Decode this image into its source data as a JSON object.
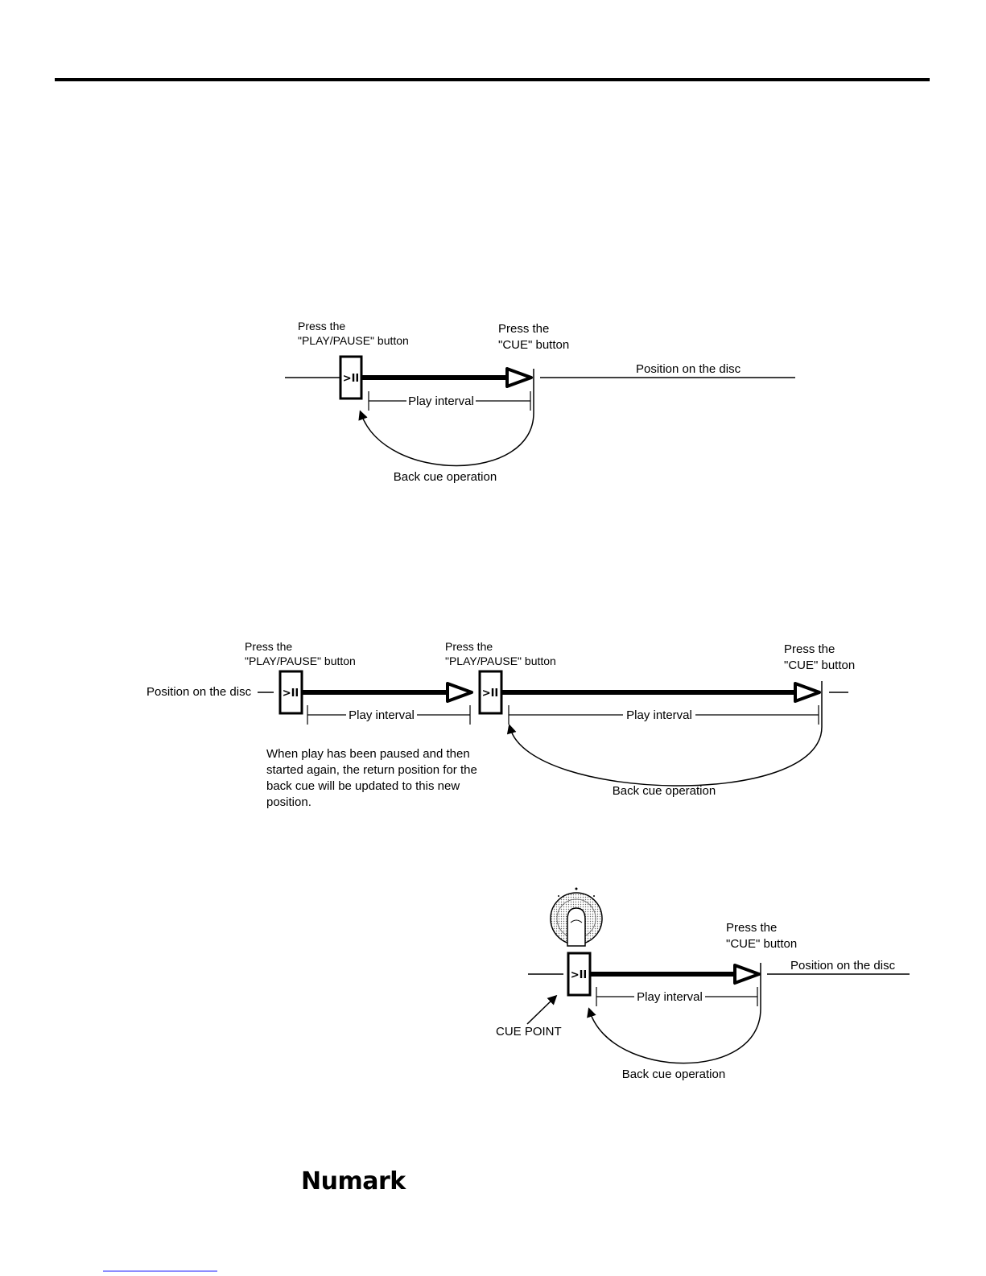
{
  "logo": {
    "text": "Numark"
  },
  "diagram1": {
    "press_play_line1": "Press the",
    "press_play_line2": "\"PLAY/PAUSE\" button",
    "press_cue_line1": "Press the",
    "press_cue_line2": "\"CUE\" button",
    "button_label": ">II",
    "position_label": "Position on the disc",
    "play_interval": "Play interval",
    "back_cue": "Back cue operation"
  },
  "diagram2": {
    "press_play_a_line1": "Press the",
    "press_play_a_line2": "\"PLAY/PAUSE\" button",
    "press_play_b_line1": "Press the",
    "press_play_b_line2": "\"PLAY/PAUSE\" button",
    "press_cue_line1": "Press the",
    "press_cue_line2": "\"CUE\" button",
    "button_label": ">II",
    "position_label": "Position on the disc",
    "play_interval": "Play interval",
    "back_cue": "Back cue operation",
    "note_lines": [
      "When play has been paused and then",
      "started again, the return position for the",
      "back cue will be updated to this new",
      "position."
    ]
  },
  "diagram3": {
    "press_cue_line1": "Press the",
    "press_cue_line2": "\"CUE\" button",
    "button_label": ">II",
    "position_label": "Position on the disc",
    "play_interval": "Play interval",
    "back_cue": "Back cue operation",
    "cue_point": "CUE POINT"
  }
}
